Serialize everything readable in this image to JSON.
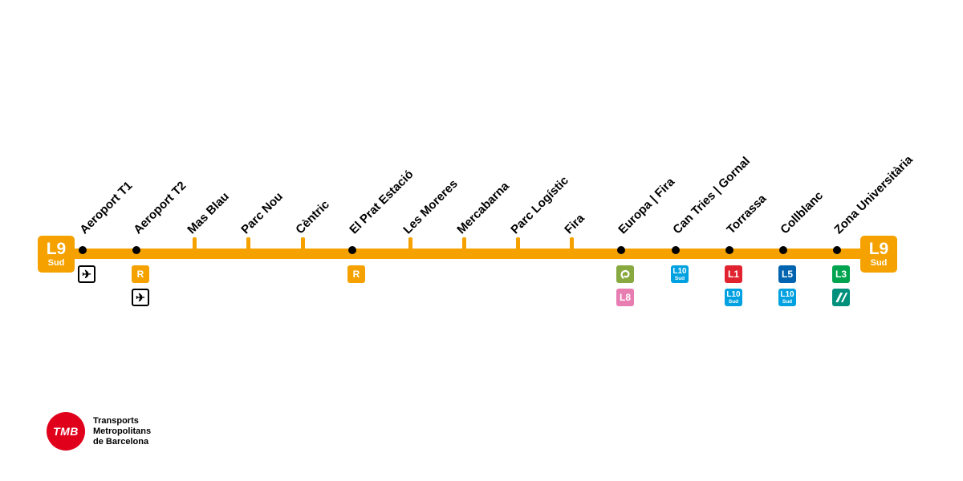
{
  "line": {
    "id": "L9",
    "sub": "Sud"
  },
  "stations": [
    {
      "name": "Aeroport T1",
      "type": "interchange",
      "connections": [
        {
          "kind": "airport"
        }
      ]
    },
    {
      "name": "Aeroport T2",
      "type": "interchange",
      "connections": [
        {
          "kind": "rodalies"
        },
        {
          "kind": "airport"
        }
      ]
    },
    {
      "name": "Mas Blau",
      "type": "regular",
      "connections": []
    },
    {
      "name": "Parc Nou",
      "type": "regular",
      "connections": []
    },
    {
      "name": "Cèntric",
      "type": "regular",
      "connections": []
    },
    {
      "name": "El Prat Estació",
      "type": "interchange",
      "connections": [
        {
          "kind": "rodalies"
        }
      ]
    },
    {
      "name": "Les Moreres",
      "type": "regular",
      "connections": []
    },
    {
      "name": "Mercabarna",
      "type": "regular",
      "connections": []
    },
    {
      "name": "Parc Logístic",
      "type": "regular",
      "connections": []
    },
    {
      "name": "Fira",
      "type": "regular",
      "connections": []
    },
    {
      "name": "Europa | Fira",
      "type": "interchange",
      "connections": [
        {
          "kind": "fgc"
        },
        {
          "kind": "line",
          "label": "L8",
          "color_key": "l8"
        }
      ]
    },
    {
      "name": "Can Tries | Gornal",
      "type": "interchange",
      "connections": [
        {
          "kind": "line",
          "label": "L10",
          "sub": "Sud",
          "color_key": "l10"
        }
      ]
    },
    {
      "name": "Torrassa",
      "type": "interchange",
      "connections": [
        {
          "kind": "line",
          "label": "L1",
          "color_key": "l1"
        },
        {
          "kind": "line",
          "label": "L10",
          "sub": "Sud",
          "color_key": "l10"
        }
      ]
    },
    {
      "name": "Collblanc",
      "type": "interchange",
      "connections": [
        {
          "kind": "line",
          "label": "L5",
          "color_key": "l5"
        },
        {
          "kind": "line",
          "label": "L10",
          "sub": "Sud",
          "color_key": "l10"
        }
      ]
    },
    {
      "name": "Zona Universitària",
      "type": "interchange",
      "connections": [
        {
          "kind": "line",
          "label": "L3",
          "color_key": "l3"
        },
        {
          "kind": "tram"
        }
      ]
    }
  ],
  "glyphs": {
    "rodalies": "R",
    "airport": "✈"
  },
  "colors": {
    "line": "#F5A200",
    "rodalies": "#F5A200",
    "fgc": "#87A940",
    "tram": "#00907C",
    "l8": "#E87DB1",
    "l10": "#00A1E0",
    "l1": "#E0232E",
    "l5": "#0064B0",
    "l3": "#00A44F",
    "tmb_red": "#E0001B"
  },
  "logo": {
    "mark": "TMB",
    "lines": [
      "Transports",
      "Metropolitans",
      "de Barcelona"
    ]
  }
}
